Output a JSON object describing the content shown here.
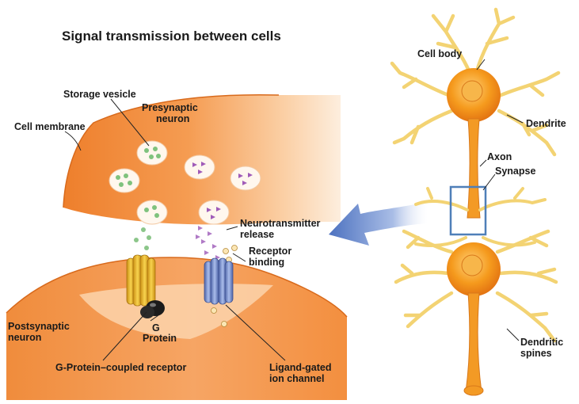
{
  "title": "Signal transmission between cells",
  "labels": {
    "storage_vesicle": "Storage vesicle",
    "cell_membrane": "Cell membrane",
    "presynaptic_line1": "Presynaptic",
    "presynaptic_line2": "neuron",
    "neurotransmitter_line1": "Neurotransmitter",
    "neurotransmitter_line2": "release",
    "receptor_binding_line1": "Receptor",
    "receptor_binding_line2": "binding",
    "postsynaptic_line1": "Postsynaptic",
    "postsynaptic_line2": "neuron",
    "g_protein_line1": "G",
    "g_protein_line2": "Protein",
    "gpcr": "G-Protein–coupled receptor",
    "ligand_gated_line1": "Ligand-gated",
    "ligand_gated_line2": "ion channel",
    "cell_body": "Cell body",
    "dendrite": "Dendrite",
    "axon": "Axon",
    "synapse": "Synapse",
    "dendritic_spines_line1": "Dendritic",
    "dendritic_spines_line2": "spines"
  },
  "colors": {
    "neuron_orange": "#f08a2e",
    "neuron_light": "#fbc790",
    "dendrite_yellow": "#f3d373",
    "receptor_yellow": "#e9b628",
    "channel_blue": "#7e97d2",
    "arrow_blue": "#5b7fc7",
    "vesicle_green": "#8cc68a",
    "neurotransmitter_purple": "#a05bb8"
  }
}
